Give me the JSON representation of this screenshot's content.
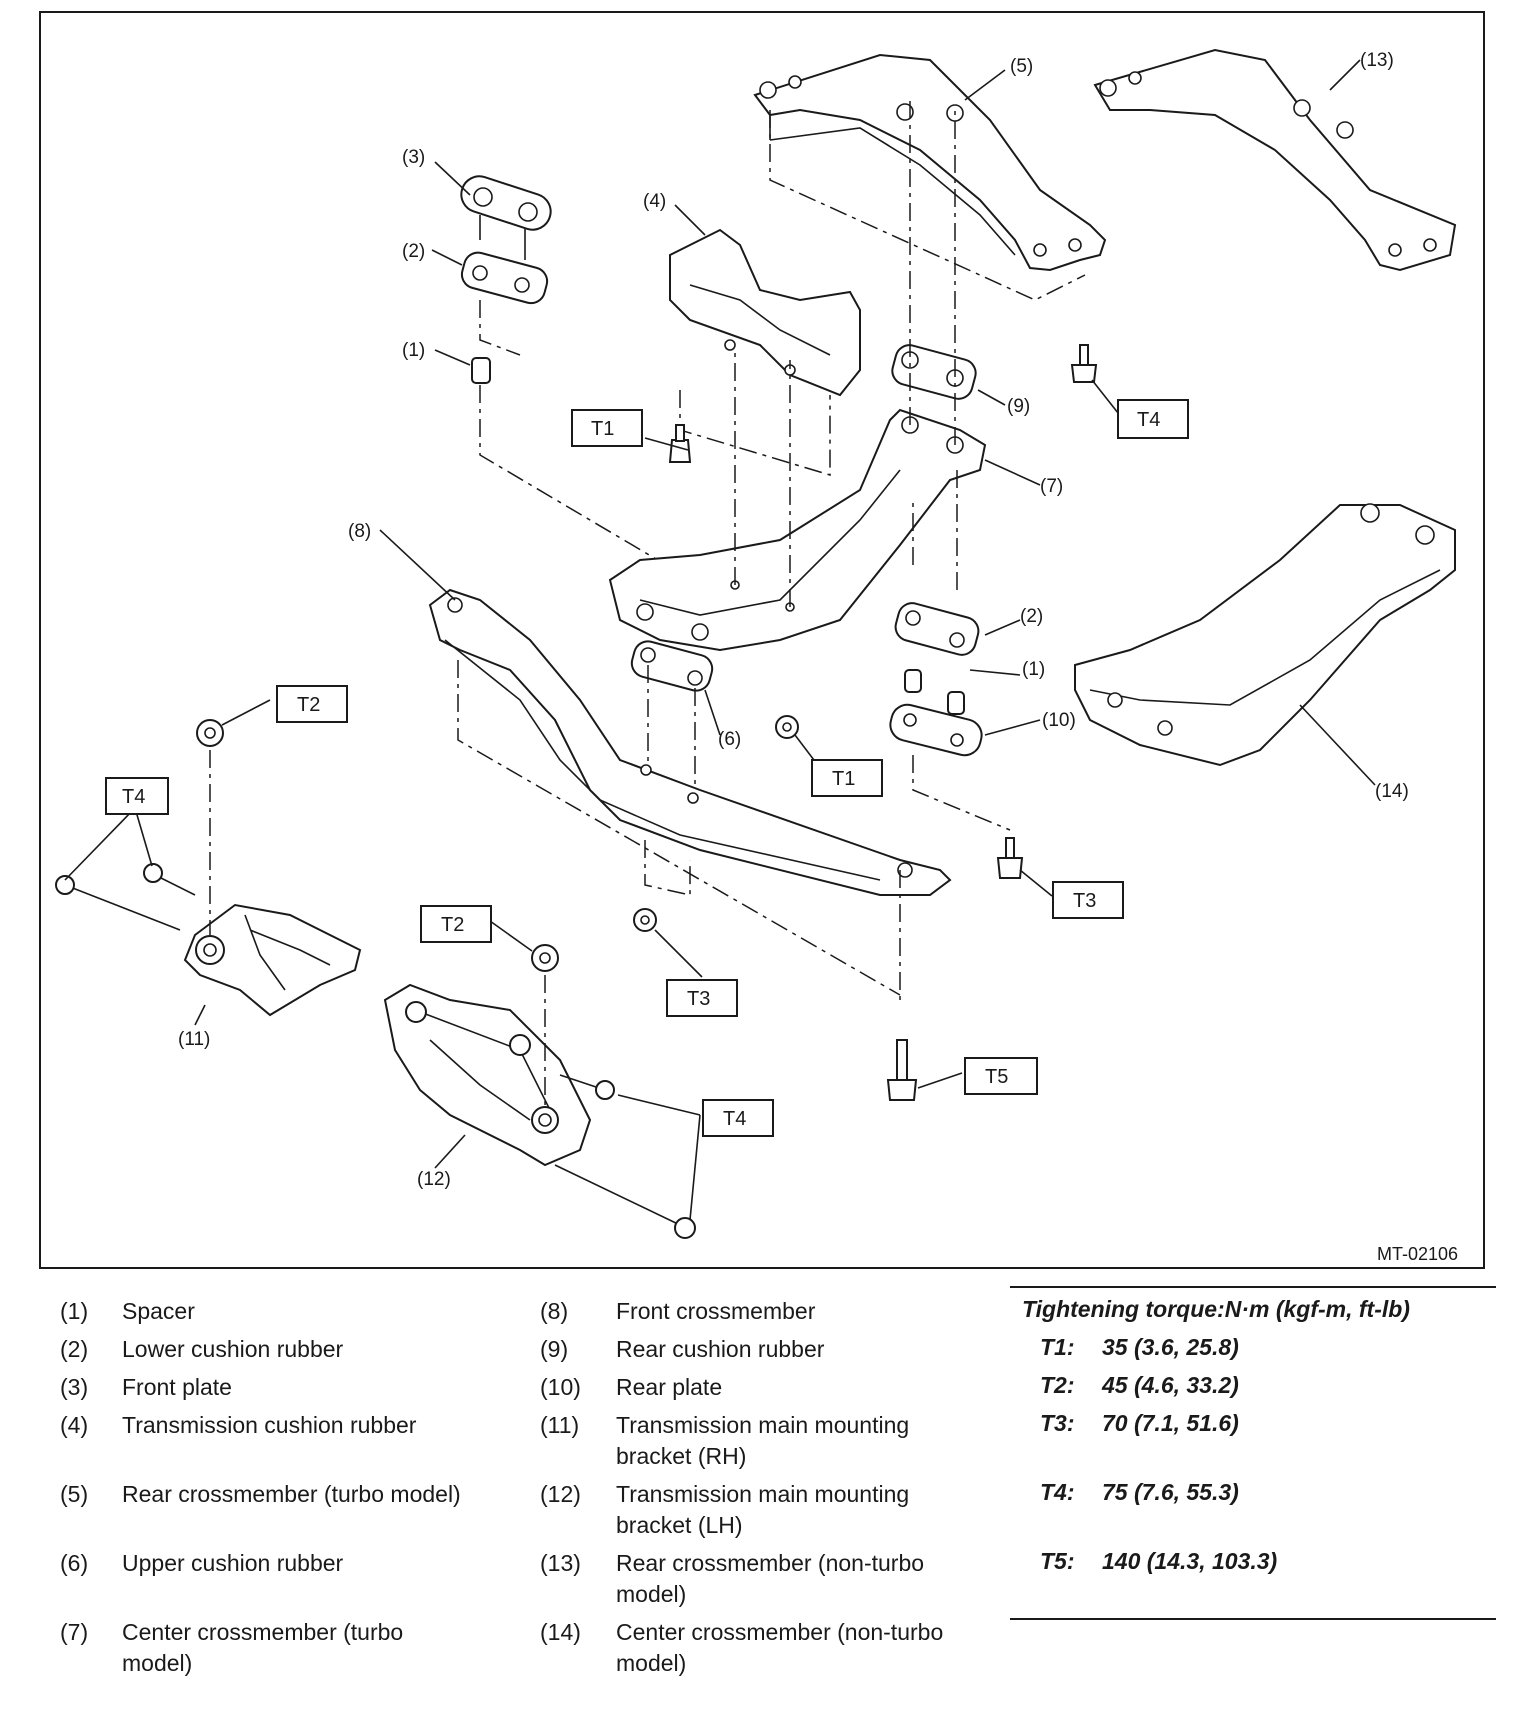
{
  "figure_id": "MT-02106",
  "callouts": {
    "c1a": "(1)",
    "c1b": "(1)",
    "c2a": "(2)",
    "c2b": "(2)",
    "c3": "(3)",
    "c4": "(4)",
    "c5": "(5)",
    "c6": "(6)",
    "c7": "(7)",
    "c8": "(8)",
    "c9": "(9)",
    "c10": "(10)",
    "c11": "(11)",
    "c12": "(12)",
    "c13": "(13)",
    "c14": "(14)"
  },
  "torque_boxes": {
    "t1a": "T1",
    "t1b": "T1",
    "t2a": "T2",
    "t2b": "T2",
    "t3a": "T3",
    "t3b": "T3",
    "t4a": "T4",
    "t4b": "T4",
    "t4c": "T4",
    "t5": "T5"
  },
  "legend": {
    "left": [
      {
        "num": "(1)",
        "text": "Spacer"
      },
      {
        "num": "(2)",
        "text": "Lower cushion rubber"
      },
      {
        "num": "(3)",
        "text": "Front plate"
      },
      {
        "num": "(4)",
        "text": "Transmission cushion rubber"
      },
      {
        "num": "(5)",
        "text": "Rear crossmember (turbo model)"
      },
      {
        "num": "(6)",
        "text": "Upper cushion rubber"
      },
      {
        "num": "(7)",
        "text": "Center crossmember (turbo model)"
      }
    ],
    "right": [
      {
        "num": "(8)",
        "text": "Front crossmember"
      },
      {
        "num": "(9)",
        "text": "Rear cushion rubber"
      },
      {
        "num": "(10)",
        "text": "Rear plate"
      },
      {
        "num": "(11)",
        "text": "Transmission main mounting bracket (RH)"
      },
      {
        "num": "(12)",
        "text": "Transmission main mounting bracket (LH)"
      },
      {
        "num": "(13)",
        "text": "Rear crossmember (non-turbo model)"
      },
      {
        "num": "(14)",
        "text": "Center crossmember (non-turbo model)"
      }
    ]
  },
  "torque": {
    "heading": "Tightening torque:N·m (kgf-m, ft-lb)",
    "rows": [
      {
        "key": "T1:",
        "value": "35 (3.6, 25.8)"
      },
      {
        "key": "T2:",
        "value": "45 (4.6, 33.2)"
      },
      {
        "key": "T3:",
        "value": "70 (7.1, 51.6)"
      },
      {
        "key": "T4:",
        "value": "75 (7.6, 55.3)"
      },
      {
        "key": "T5:",
        "value": "140 (14.3, 103.3)"
      }
    ]
  }
}
